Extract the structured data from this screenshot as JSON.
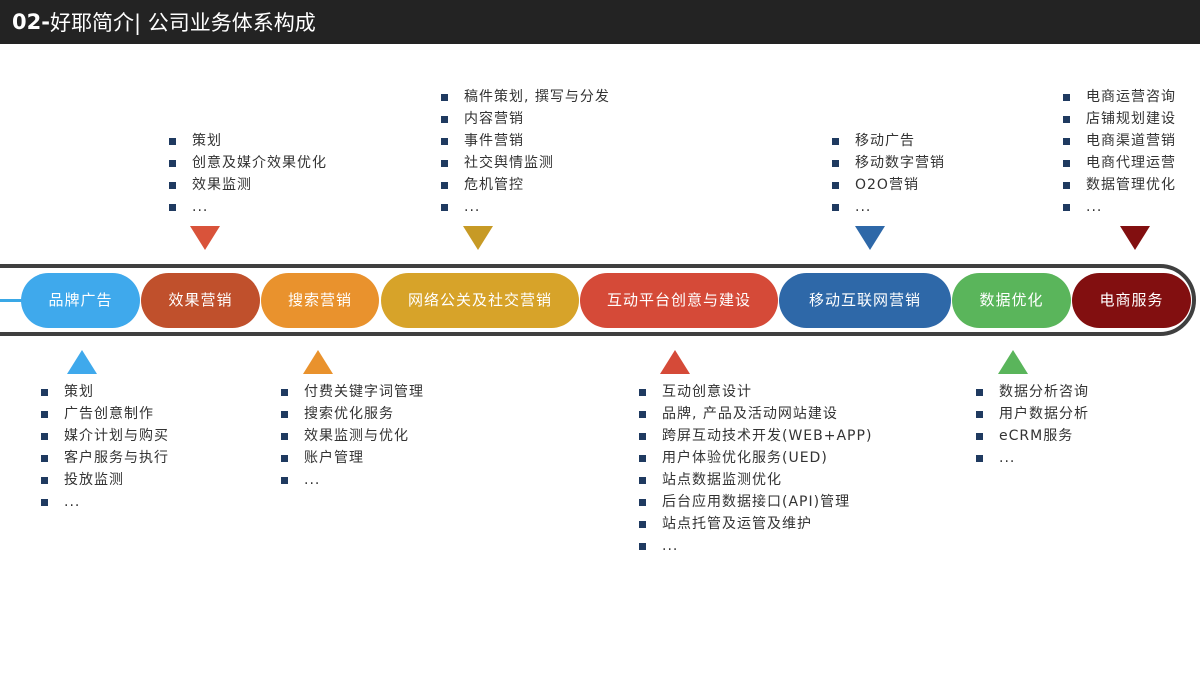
{
  "header": {
    "num": "02-",
    "title": "好耶简介| 公司业务体系构成"
  },
  "colors": {
    "brand": "#3fa9ec",
    "effect": "#c0502c",
    "search": "#e9922d",
    "pr": "#d7a329",
    "interactive": "#d54a38",
    "mobile": "#2e68a8",
    "data": "#5ab55b",
    "ecommerce": "#820f10"
  },
  "pills": {
    "brand": "品牌广告",
    "effect": "效果营销",
    "search": "搜索营销",
    "pr": "网络公关及社交营销",
    "interactive": "互动平台创意与建设",
    "mobile": "移动互联网营销",
    "data": "数据优化",
    "ecommerce": "电商服务"
  },
  "lists": {
    "effect": [
      "策划",
      "创意及媒介效果优化",
      "效果监测",
      "..."
    ],
    "pr": [
      "稿件策划, 撰写与分发",
      "内容营销",
      "事件营销",
      "社交舆情监测",
      "危机管控",
      "..."
    ],
    "mobile": [
      "移动广告",
      "移动数字营销",
      "O2O营销",
      "..."
    ],
    "ecommerce": [
      "电商运营咨询",
      "店铺规划建设",
      "电商渠道营销",
      "电商代理运营",
      "数据管理优化",
      "..."
    ],
    "brand": [
      "策划",
      "广告创意制作",
      "媒介计划与购买",
      "客户服务与执行",
      "投放监测",
      "..."
    ],
    "search": [
      "付费关键字词管理",
      "搜索优化服务",
      "效果监测与优化",
      "账户管理",
      "..."
    ],
    "interactive": [
      "互动创意设计",
      "品牌, 产品及活动网站建设",
      "跨屏互动技术开发(WEB+APP)",
      "用户体验优化服务(UED)",
      "站点数据监测优化",
      "后台应用数据接口(API)管理",
      "站点托管及运管及维护",
      "..."
    ],
    "data": [
      "数据分析咨询",
      "用户数据分析",
      "eCRM服务",
      "..."
    ]
  }
}
